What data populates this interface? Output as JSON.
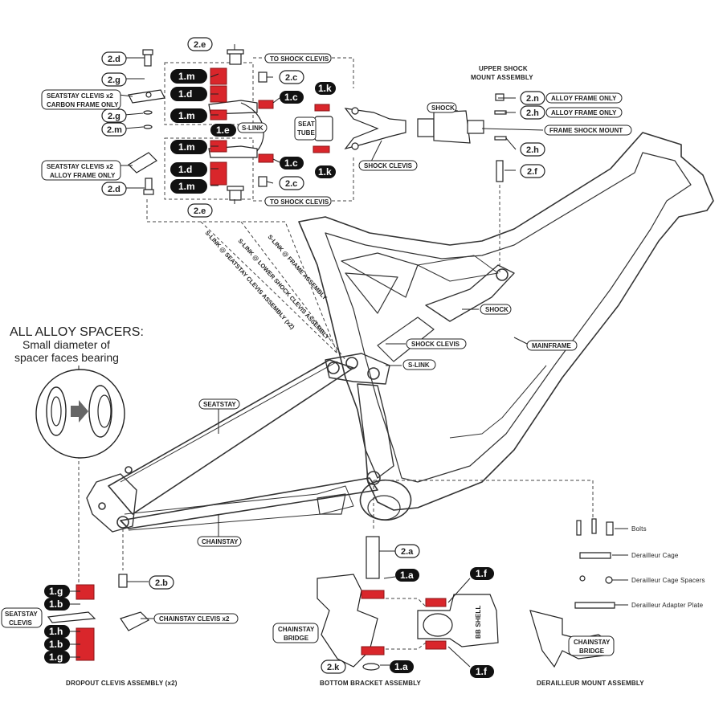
{
  "colors": {
    "accent": "#d9262b",
    "line": "#222222",
    "frame": "#333333"
  },
  "intro": {
    "title": "ALL ALLOY SPACERS:",
    "line1": "Small diameter of",
    "line2": "spacer faces bearing"
  },
  "labels": {
    "to_shock_clevis_top": "TO SHOCK CLEVIS",
    "to_shock_clevis_bottom": "TO SHOCK CLEVIS",
    "seatstay_clevis_carbon_1": "SEATSTAY CLEVIS x2",
    "seatstay_clevis_carbon_2": "CARBON FRAME ONLY",
    "seatstay_clevis_alloy_1": "SEATSTAY CLEVIS x2",
    "seatstay_clevis_alloy_2": "ALLOY FRAME ONLY",
    "s_link_top": "S-LINK",
    "seat_tube_1": "SEAT",
    "seat_tube_2": "TUBE",
    "shock_top": "SHOCK",
    "shock_clevis_top": "SHOCK CLEVIS",
    "upper_shock_1": "UPPER SHOCK",
    "upper_shock_2": "MOUNT ASSEMBLY",
    "alloy_frame_only_1": "ALLOY FRAME ONLY",
    "alloy_frame_only_2": "ALLOY FRAME ONLY",
    "frame_shock_mount": "FRAME SHOCK MOUNT",
    "shock_mid": "SHOCK",
    "shock_clevis_mid": "SHOCK CLEVIS",
    "s_link_mid": "S-LINK",
    "mainframe": "MAINFRAME",
    "seatstay": "SEATSTAY",
    "chainstay": "CHAINSTAY",
    "diag_1": "S-LINK @ FRAME ASSEMBLY",
    "diag_2": "S-LINK @ LOWER SHOCK CLEVIS ASSEMBLY",
    "diag_3": "S-LINK @ SEATSTAY CLEVIS ASSEMBLY (x2)",
    "seatstay_clevis_left_1": "SEATSTAY",
    "seatstay_clevis_left_2": "CLEVIS",
    "chainstay_clevis_x2": "CHAINSTAY CLEVIS x2",
    "chainstay_bridge_1": "CHAINSTAY",
    "chainstay_bridge_2": "BRIDGE",
    "bb_shell": "BB SHELL",
    "chainstay_bridge_right_1": "CHAINSTAY",
    "chainstay_bridge_right_2": "BRIDGE",
    "bolts": "Bolts",
    "derailleur_cage": "Derailleur Cage",
    "derailleur_cage_spacers": "Derailleur Cage Spacers",
    "derailleur_adapter_plate": "Derailleur Adapter Plate",
    "dropout_clevis_assembly": "DROPOUT CLEVIS ASSEMBLY (x2)",
    "bottom_bracket_assembly": "BOTTOM BRACKET ASSEMBLY",
    "derailleur_mount_assembly": "DERAILLEUR MOUNT ASSEMBLY"
  },
  "callouts": {
    "c_2e_top": "2.e",
    "c_2d_top": "2.d",
    "c_2g_1": "2.g",
    "c_2g_2": "2.g",
    "c_2m": "2.m",
    "c_2d_bot": "2.d",
    "c_1m_1": "1.m",
    "c_1d_1": "1.d",
    "c_1m_2": "1.m",
    "c_1e": "1.e",
    "c_1m_3": "1.m",
    "c_1d_2": "1.d",
    "c_1m_4": "1.m",
    "c_2e_bot": "2.e",
    "c_2c_top": "2.c",
    "c_1c_top": "1.c",
    "c_1k_top": "1.k",
    "c_1c_bot": "1.c",
    "c_1k_bot": "1.k",
    "c_2c_bot": "2.c",
    "c_2n": "2.n",
    "c_2h_1": "2.h",
    "c_2h_2": "2.h",
    "c_2f": "2.f",
    "c_2a": "2.a",
    "c_1a_top": "1.a",
    "c_1f_top": "1.f",
    "c_2k": "2.k",
    "c_1a_bot": "1.a",
    "c_1f_bot": "1.f",
    "c_2b": "2.b",
    "c_1g_1": "1.g",
    "c_1b_1": "1.b",
    "c_1h_1": "1.h",
    "c_1b_2": "1.b",
    "c_1g_2": "1.g"
  }
}
